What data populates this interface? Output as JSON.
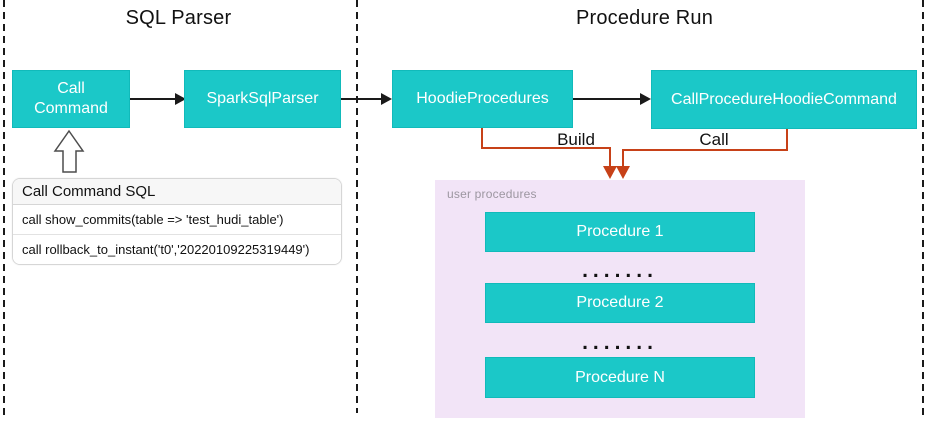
{
  "diagram": {
    "sections": {
      "left_title": "SQL Parser",
      "right_title": "Procedure Run"
    },
    "nodes": {
      "call_command": "Call Command",
      "spark_sql_parser": "SparkSqlParser",
      "hoodie_procedures": "HoodieProcedures",
      "call_procedure_hoodie_command": "CallProcedureHoodieCommand"
    },
    "edge_labels": {
      "build": "Build",
      "call": "Call"
    },
    "sql_panel": {
      "title": "Call Command SQL",
      "rows": [
        "call show_commits(table => 'test_hudi_table')",
        "call rollback_to_instant('t0','20220109225319449')"
      ]
    },
    "user_procedures": {
      "label": "user procedures",
      "items": [
        "Procedure 1",
        "Procedure 2",
        "Procedure N"
      ],
      "ellipsis": "......."
    },
    "colors": {
      "node_fill": "#1BC8C8",
      "panel_fill": "#F2E4F7",
      "connector_orange": "#C74118",
      "line_black": "#1A1A1A"
    }
  }
}
